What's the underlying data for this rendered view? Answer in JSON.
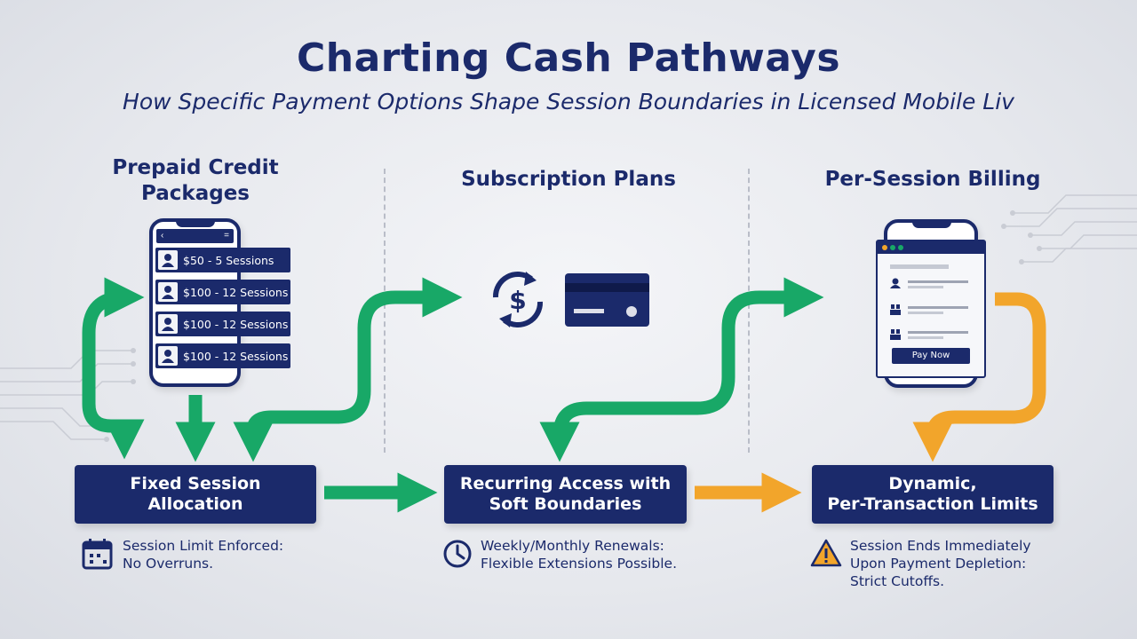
{
  "title": "Charting Cash Pathways",
  "subtitle": "How Specific Payment Options Shape Session Boundaries in Licensed Mobile Liv",
  "colors": {
    "navy": "#1b2a6b",
    "green": "#18a867",
    "orange": "#f2a52b",
    "background": "#e9ebef"
  },
  "columns": [
    {
      "heading": "Prepaid Credit Packages",
      "heading_lines": [
        "Prepaid Credit",
        "Packages"
      ],
      "phone": {
        "header_left": "‹",
        "header_right": "=",
        "packages": [
          "$50 - 5 Sessions",
          "$100 - 12 Sessions",
          "$100 - 12 Sessions",
          "$100 - 12 Sessions"
        ],
        "row_icon": "user-icon"
      },
      "outcome_lines": [
        "Fixed Session",
        "Allocation"
      ],
      "note_icon": "calendar-icon",
      "note_lines": [
        "Session Limit Enforced:",
        "No Overruns."
      ]
    },
    {
      "heading": "Subscription Plans",
      "icons": [
        "dollar-cycle-icon",
        "credit-card-icon"
      ],
      "outcome_lines": [
        "Recurring Access with",
        "Soft Boundaries"
      ],
      "note_icon": "clock-icon",
      "note_lines": [
        "Weekly/Monthly Renewals:",
        "Flexible Extensions Possible."
      ]
    },
    {
      "heading": "Per-Session Billing",
      "checkout": {
        "button_label": "Pay Now",
        "row_icons": [
          "user-icon",
          "group-icon",
          "group-icon"
        ]
      },
      "outcome_lines": [
        "Dynamic,",
        "Per-Transaction Limits"
      ],
      "note_icon": "warning-icon",
      "note_lines": [
        "Session Ends Immediately",
        "Upon Payment Depletion:",
        "Strict Cutoffs."
      ]
    }
  ]
}
